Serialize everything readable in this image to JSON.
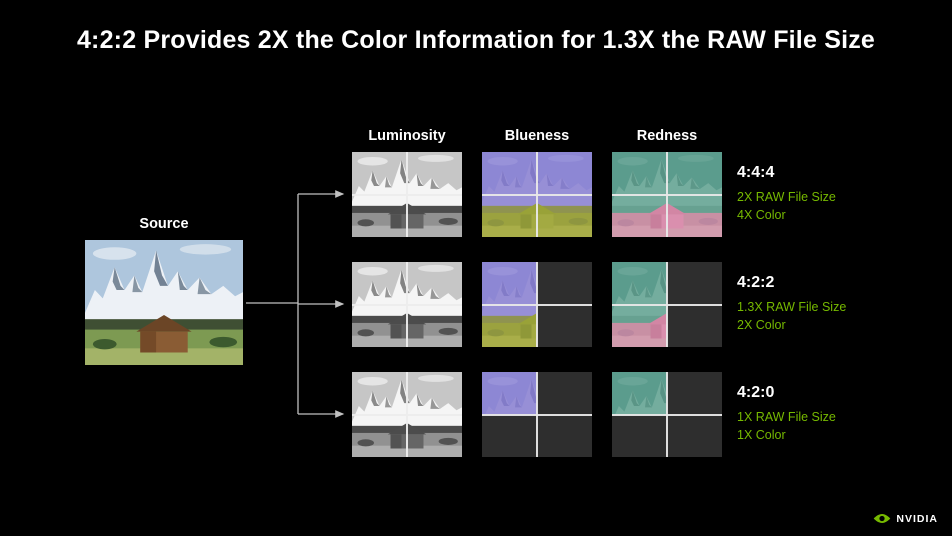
{
  "title": "4:2:2 Provides 2X the Color Information for 1.3X the RAW File Size",
  "source": {
    "label": "Source"
  },
  "columns": [
    {
      "label": "Luminosity"
    },
    {
      "label": "Blueness"
    },
    {
      "label": "Redness"
    }
  ],
  "rows": [
    {
      "format": "4:4:4",
      "file_size": "2X RAW File Size",
      "color_info": "4X Color"
    },
    {
      "format": "4:2:2",
      "file_size": "1.3X RAW File Size",
      "color_info": "2X Color"
    },
    {
      "format": "4:2:0",
      "file_size": "1X RAW File Size",
      "color_info": "1X Color"
    }
  ],
  "colors": {
    "accent_green": "#76b900",
    "background": "#000000",
    "masked_block": "#2e2e2e"
  },
  "footer": {
    "brand": "NVIDIA"
  }
}
